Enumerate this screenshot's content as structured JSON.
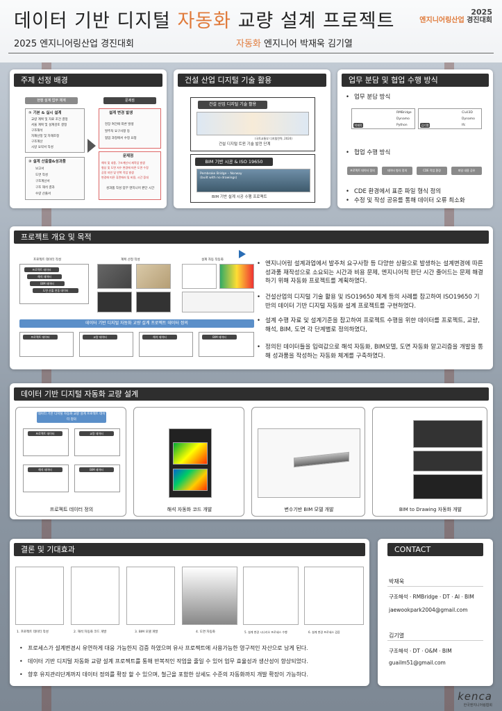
{
  "header": {
    "title_a": "데이터 기반 디지털 ",
    "title_b": "자동화",
    "title_c": " 교량 설계 프로젝트",
    "subtitle": "2025 엔지니어링산업 경진대회",
    "author_role_a": "자동화",
    "author_role_b": " 엔지니어 박재욱 김기열",
    "logo_year": "2025",
    "logo_name_a": "엔지니어링산업",
    "logo_name_b": " 경진대회"
  },
  "topic": {
    "title": "주제 선정 배경",
    "flow_left": "현행 설계 업무 체계",
    "flow_right": "문제점",
    "left_h1": "① 기본 & 실시 설계",
    "left_items1": [
      "교량 계획 및 자료 조건 결정",
      "서울 계획 및 설계검토 결정",
      "구조해석",
      "자재산정 및 자재조정",
      "구조계산",
      "시방 요약서 작성"
    ],
    "left_h2": "② 설계 산출물&성과품",
    "left_items2": [
      "보고서",
      "도면 작성",
      "구조계산서",
      "구조 해석 결과",
      "수량 산출서"
    ],
    "right_h1": "설계 변경 발생",
    "right_items1": [
      "현장 여건에 따른 발생",
      "발주처 요구사항 등",
      "협업 과정에서 수정 요청"
    ],
    "right_h2": "문제점",
    "right_items2": [
      "해석 및 내용, 구조계산서 재작업 발생",
      "형상 및 도면 저수 변경에 따른 도면 수정",
      "공정 지연 및 반복 작업 발생",
      "변경에 따른 휴먼에러 및 비용, 시간 증대"
    ],
    "right_note": "성과품 작성 업무 엔지니어 판단 시간"
  },
  "tech": {
    "title": "건설 산업 디지털 기술 활용",
    "box1": "건설 산업 디지털 기술 활용",
    "cap1": "건설 디지털 트윈 기술 발전 단계",
    "src1": "(국토교통부 디지털전략, 2024)",
    "box2": "BIM 기반 시공 & ISO 19650",
    "img2": "Pembroke Bridge – Norway (built with no drawings)",
    "cap2": "BIM 기반 설계 시공 수행 프로젝트"
  },
  "work": {
    "title": "업무 분담 및 협업 수행 방식",
    "b1": "업무 분담 방식",
    "b2": "협업 수행 방식",
    "steps": [
      "프로젝트 데이터 정의",
      "데이터 형식 정의",
      "CDE 작업 환경",
      "파일 내용 공유"
    ],
    "b3": "CDE 환경에서 표준 파일 형식 정의",
    "b4": "수정 및 작성 공유를 통해 데이터 오류 최소화",
    "role1": "박재욱",
    "role2": "김기열",
    "tools1": [
      "RMBridge",
      "Dynamo",
      "Python"
    ],
    "tools2": [
      "Civil3D",
      "Dynamo",
      "Ifc"
    ]
  },
  "overview": {
    "title": "프로젝트 개요 및 목적",
    "labels": [
      "프로젝트 데이터 작성",
      "계획 산정 작성",
      "설계 자동 작동화"
    ],
    "sheet_titles": [
      "프로젝트 데이터",
      "해석 데이터",
      "BIM 데이터",
      "도면 산출 연동 데이터"
    ],
    "bar": "데이터 기반 디지털 자동화 교량 설계 프로젝트 데이터 정의",
    "cols": [
      "프로젝트 데이터",
      "교량 데이터",
      "해석 데이터",
      "BIM 데이터"
    ],
    "bullets": [
      "엔지니어링 설계과업에서 발주처 요구사항 등 다양한 상황으로 발생하는 설계변경에 따른 성과품 재작성으로 소요되는 시간과 비용 문제, 엔지니어적 판단 시간 줄어드는 문제 해결하기 위해 자동화 프로젝트를 계획하였다.",
      "건설산업의 디지털 기술 활용 및 ISO19650 체계 등의 사례를 참고하여 ISO19650 기반의 데이터 기반 디지털 자동화 설계 프로젝트를 구현하였다.",
      "설계 수행 자료 및 설계기준을 참고하여 프로젝트 수행을 위한 데이터를 프로젝트, 교량, 해석, BIM, 도면 각 단계별로 정의하였다,",
      "정의된 데이터들을 입력값으로 해석 자동화, BIM모델, 도면 자동화 알고리즘을 개발을 통해 성과품을 작성하는 자동화 체계를 구축하였다."
    ]
  },
  "design": {
    "title": "데이터 기반 디지털 자동화 교량 설계",
    "caps": [
      "프로젝트 데이터 정의",
      "해석 자동화 코드 개발",
      "변수기반 BIM 모델 개발",
      "BIM to Drawing 자동화 개발"
    ],
    "def_head": "데이터 기반 디지털 자동화 교량 설계 프로젝트 데이터 정의",
    "def_boxes": [
      "프로젝트 데이터",
      "교량 데이터",
      "해석 데이터",
      "BIM 데이터"
    ]
  },
  "conclusion": {
    "title": "결론 및 기대효과",
    "steps": [
      "1. 프로젝트 데이터 작성",
      "2. 해석 자동화 코드 개발",
      "3. BIM 모델 개발",
      "4. 도면 자동화",
      "5. 설계 변경 시나리오 프로세스 수행",
      "6. 설계 변경 프로세스 검증"
    ],
    "bullets": [
      "프로세스가 설계변경시 유연하게 대응 가능한지 검증 하였으며 유사 프로젝트에 사용가능한 영구적인 자산으로 남게 된다.",
      "데이터 기반 디지털 자동화 교량 설계 프로젝트를 통해 반복적인 작업을 줄일 수 있어 업무 효율성과 생산성이 향상되었다.",
      "향후 유지관리단계까지 데이터 정의를 확장 할 수 있으며, 철근을 포함한 상세도 수준의 자동화까지 개발 확장이 가능하다."
    ]
  },
  "contact": {
    "title": "CONTACT",
    "p1_name": "박재욱",
    "p1_tags": "구조해석ㆍRMBridgeㆍDTㆍAIㆍBIM",
    "p1_email": "jaewookpark2004@gmail.com",
    "p2_name": "김기열",
    "p2_tags": "구조해석ㆍDTㆍO&MㆍBIM",
    "p2_email": "guailm51@gmail.com"
  },
  "footer": {
    "logo": "kenca",
    "sub": "한국엔지니어링협회"
  }
}
